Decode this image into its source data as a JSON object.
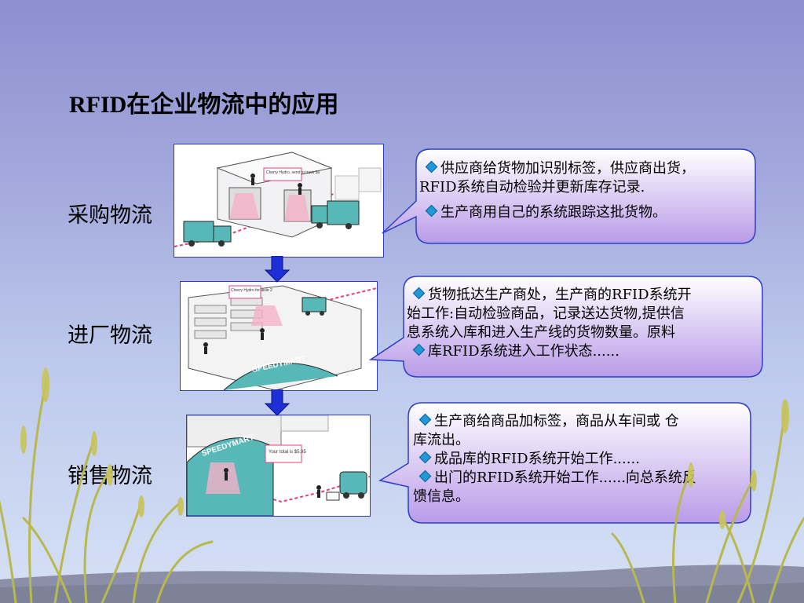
{
  "title": "RFID在企业物流中的应用",
  "stages": [
    {
      "label": "采购物流",
      "callout_lines": [
        "供应商给货物加识别标签，供应商出货，",
        "RFID系统自动检验并更新库存记录.",
        "生产商用自己的系统跟踪这批货物。"
      ],
      "image_tag_text": "Cherry Hydro, send to truck 3a"
    },
    {
      "label": "进厂物流",
      "callout_lines": [
        "货物抵达生产商处，生产商的RFID系统开",
        "始工作:自动检验商品，记录送达货物,提供信",
        "息系统入库和进入生产线的货物数量。原料",
        "库RFID系统进入工作状态......"
      ],
      "image_tag_text": "Cherry Hydro for aisle 2",
      "image_sign_text": "SPEEDYMART"
    },
    {
      "label": "销售物流",
      "callout_lines": [
        "生产商给商品加标签，商品从车间或  仓",
        "库流出。",
        "成品库的RFID系统开始工作......",
        "出门的RFID系统开始工作......向总系统反",
        "馈信息。"
      ],
      "image_tag_text": "Your total is $5.95",
      "image_sign_text": "SPEEDYMART"
    }
  ],
  "colors": {
    "bg_top": "#8c8fd0",
    "bg_bottom": "#d6e1f6",
    "arrow": "#1f2fd6",
    "callout_border": "#2b3ec9",
    "callout_fill_top": "#ffffff",
    "callout_fill_bottom": "#b99be8",
    "bullet": "#1f9ad6"
  }
}
